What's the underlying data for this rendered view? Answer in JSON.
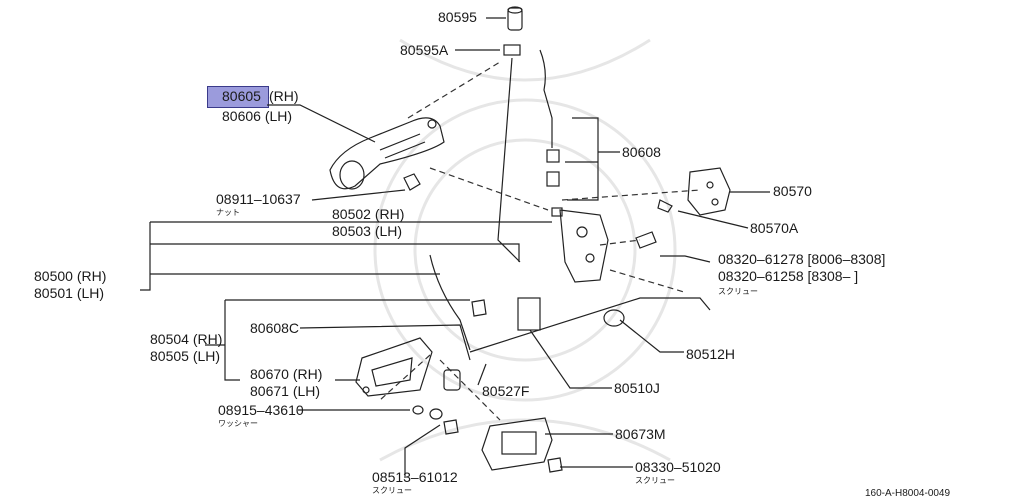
{
  "parts": {
    "p80595": "80595",
    "p80595a": "80595A",
    "p80605": "80605",
    "rh_a": "(RH)",
    "p80606": "80606 (LH)",
    "p80608": "80608",
    "p80570": "80570",
    "p80570a": "80570A",
    "p08911": "08911–10637",
    "nut": "ナット",
    "p80502": "80502 (RH)",
    "p80503": "80503 (LH)",
    "p08320a": "08320–61278 [8006–8308]",
    "p08320b": "08320–61258 [8308–        ]",
    "screw_a": "スクリュー",
    "p80500": "80500 (RH)",
    "p80501": "80501 (LH)",
    "p80504": "80504 (RH)",
    "p80505": "80505 (LH)",
    "p80608c": "80608C",
    "p80512h": "80512H",
    "p80670": "80670 (RH)",
    "p80671": "80671 (LH)",
    "p80527f": "80527F",
    "p80510j": "80510J",
    "p08915": "08915–43610",
    "washer": "ワッシャー",
    "p80673m": "80673M",
    "p08513": "08513–61012",
    "screw_b": "スクリュー",
    "p08330": "08330–51020",
    "screw_c": "スクリュー"
  },
  "reference": "160-A-H8004-0049",
  "highlight_color": "#9b9bdc"
}
